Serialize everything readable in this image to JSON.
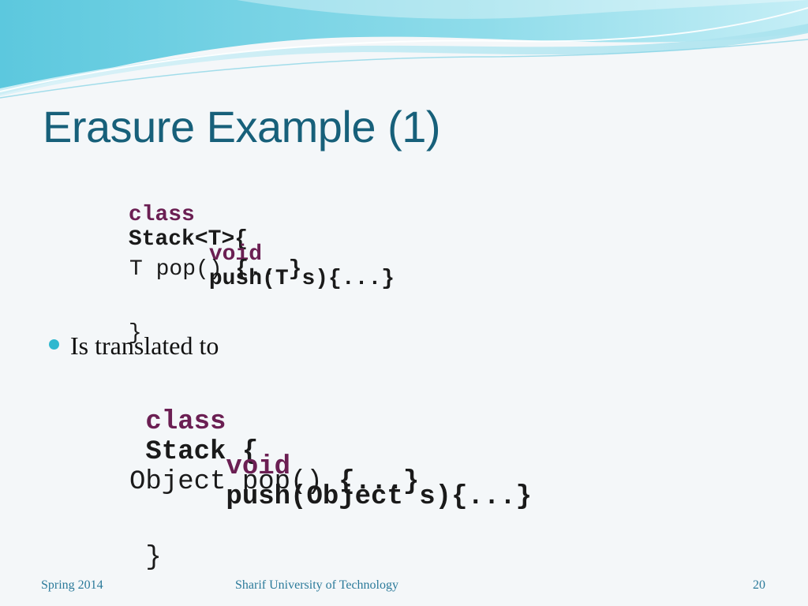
{
  "slide": {
    "title": "Erasure Example (1)",
    "code_generic": {
      "line1": {
        "kw": "class",
        "rest": "Stack<T>{"
      },
      "line2": {
        "kw": "void",
        "rest": "push(T s){...}"
      },
      "line3": {
        "plain": "T pop() ",
        "bold": "{...}"
      },
      "line4": "}"
    },
    "bullet": "Is translated to",
    "code_erased": {
      "line1": {
        "kw": "class",
        "rest": "Stack {"
      },
      "line2": {
        "kw": "void",
        "rest": "push(Object s){...}"
      },
      "line3": {
        "plain": "Object pop() ",
        "bold": "{...}"
      },
      "line4": "}"
    },
    "footer": {
      "left": "Spring 2014",
      "center": "Sharif University of Technology",
      "page_number": "20"
    },
    "colors": {
      "title": "#17607a",
      "keyword": "#6b1f53",
      "bullet": "#2fb8cf",
      "footer": "#2b7a9a"
    }
  }
}
